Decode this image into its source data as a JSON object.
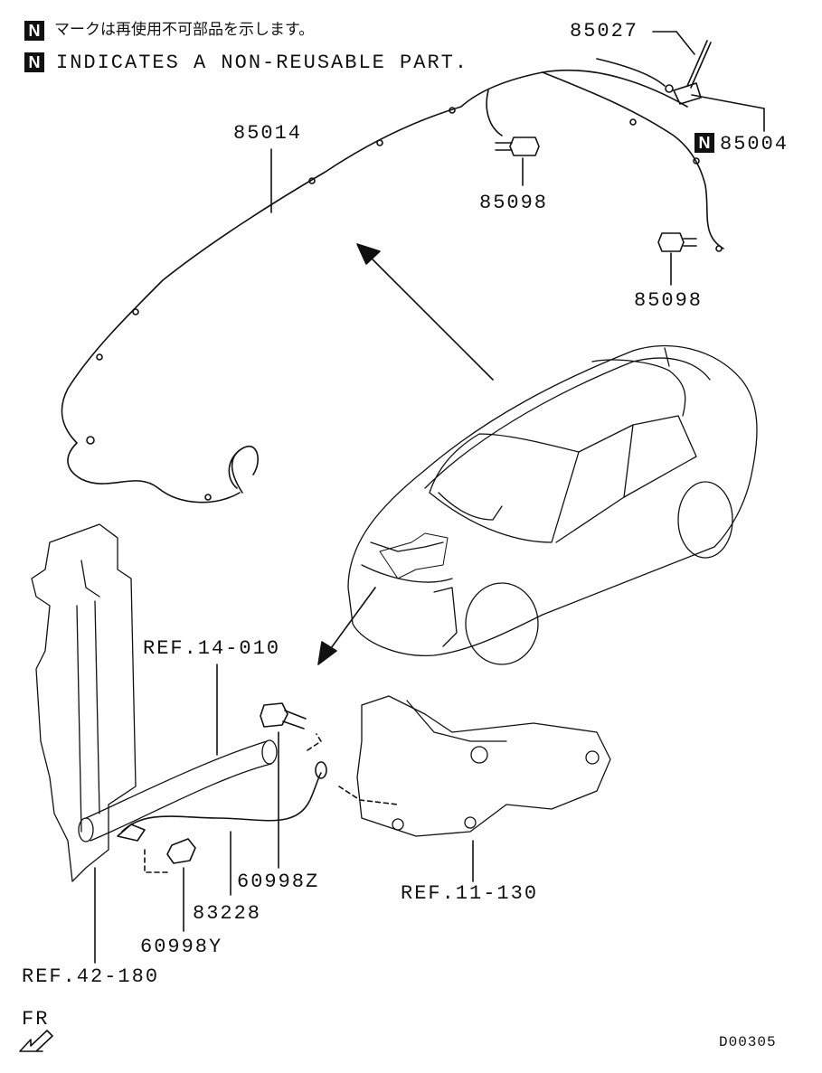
{
  "notes": {
    "badge": "N",
    "japanese": "マークは再使用不可部品を示します。",
    "english": "INDICATES A NON-REUSABLE PART."
  },
  "callouts": {
    "p85027": "85027",
    "p85004": "85004",
    "p85014": "85014",
    "p85098_top": "85098",
    "p85098_right": "85098",
    "ref_14_010": "REF.14-010",
    "p60998z": "60998Z",
    "p83228": "83228",
    "p60998y": "60998Y",
    "ref_11_130": "REF.11-130",
    "ref_42_180": "REF.42-180"
  },
  "footer": {
    "direction": "FR",
    "diagram_code": "D00305"
  },
  "icons": {
    "non_reusable": "n-badge-icon",
    "front_arrow": "front-direction-arrow-icon"
  }
}
